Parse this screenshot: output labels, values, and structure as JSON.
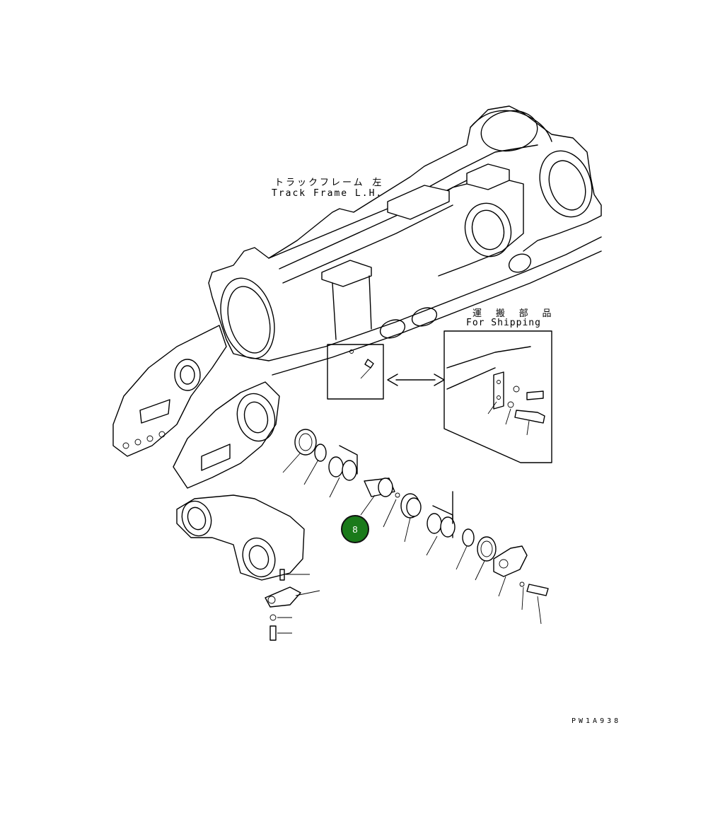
{
  "diagram": {
    "title_jp": "トラックフレーム 左",
    "title_en": "Track Frame L.H.",
    "shipping_jp": "運 搬 部 品",
    "shipping_en": "For Shipping",
    "drawing_code": "PW1A938",
    "callout": {
      "number": "8",
      "color": "#1a7a1a"
    }
  }
}
